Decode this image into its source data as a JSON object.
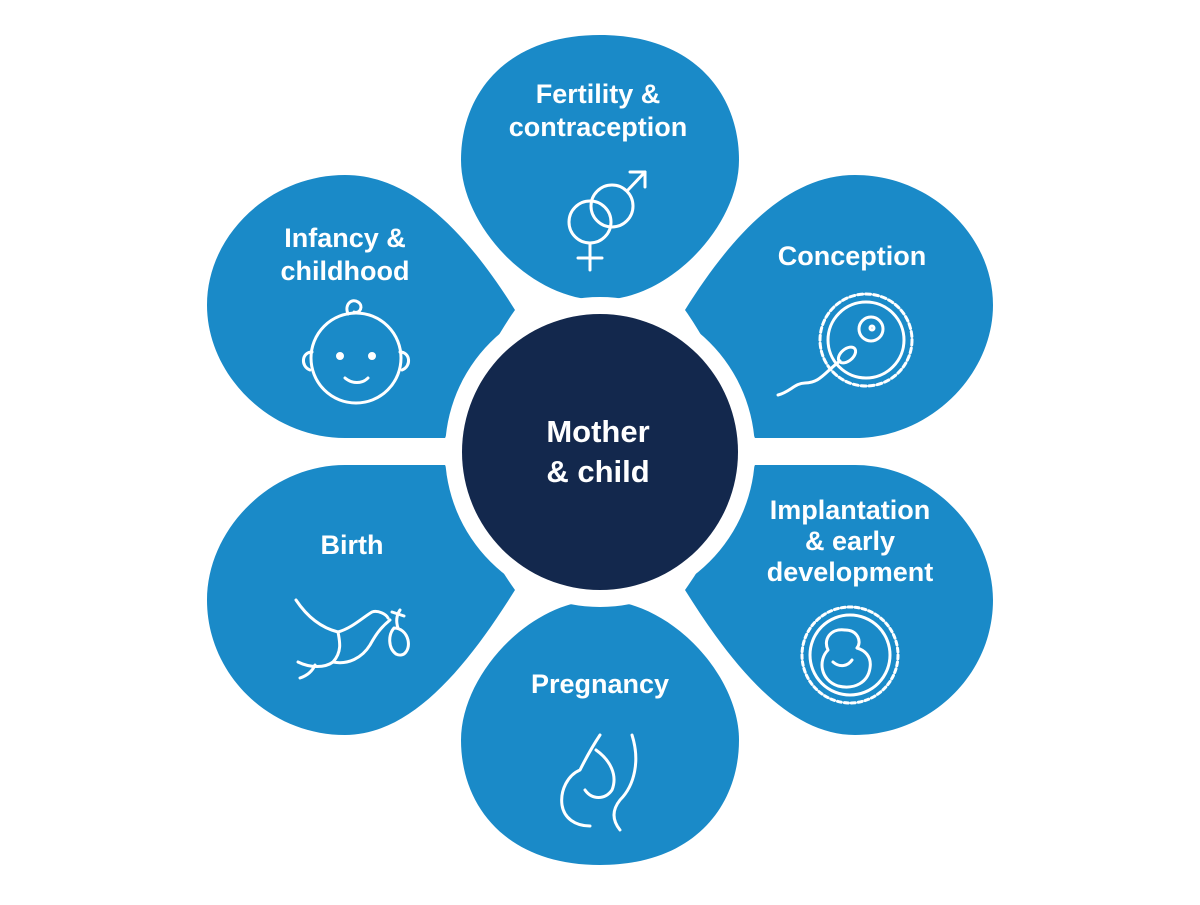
{
  "colors": {
    "petal": "#1a8ac8",
    "center": "#13284d",
    "background": "#ffffff",
    "icon_stroke": "#ffffff"
  },
  "center": {
    "line1": "Mother",
    "line2": "& child"
  },
  "petals": [
    {
      "id": "fertility",
      "icon": "gender-symbols-icon",
      "lines": [
        "Fertility &",
        "contraception"
      ]
    },
    {
      "id": "conception",
      "icon": "sperm-egg-icon",
      "lines": [
        "Conception"
      ]
    },
    {
      "id": "implantation",
      "icon": "fetus-icon",
      "lines": [
        "Implantation",
        "& early",
        "development"
      ]
    },
    {
      "id": "pregnancy",
      "icon": "pregnant-woman-icon",
      "lines": [
        "Pregnancy"
      ]
    },
    {
      "id": "birth",
      "icon": "stork-icon",
      "lines": [
        "Birth"
      ]
    },
    {
      "id": "infancy",
      "icon": "baby-face-icon",
      "lines": [
        "Infancy &",
        "childhood"
      ]
    }
  ]
}
